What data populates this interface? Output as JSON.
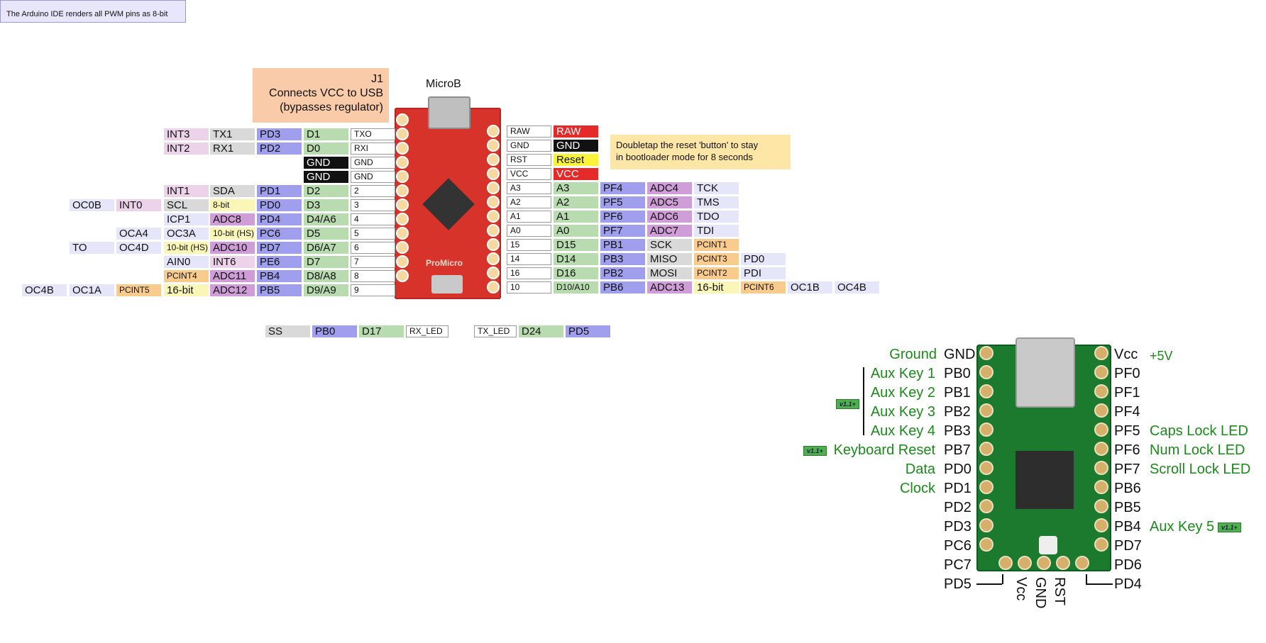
{
  "note_top": "The Arduino IDE renders all PWM pins as 8-bit",
  "j1": {
    "title": "J1",
    "line1": "Connects VCC to USB",
    "line2": "(bypasses regulator)"
  },
  "microb": "MicroB",
  "reset_note": {
    "line1": "Doubletap the reset 'button' to stay",
    "line2": "in bootloader mode for 8 seconds"
  },
  "left_pins": [
    [
      "INT3",
      "TX1",
      "PD3",
      "D1",
      "TXO"
    ],
    [
      "INT2",
      "RX1",
      "PD2",
      "D0",
      "RXI"
    ],
    [
      "GND",
      "GND"
    ],
    [
      "GND",
      "GND"
    ],
    [
      "INT1",
      "SDA",
      "PD1",
      "D2",
      "2"
    ],
    [
      "OC0B",
      "INT0",
      "SCL",
      "8-bit",
      "PD0",
      "D3",
      "3"
    ],
    [
      "ICP1",
      "ADC8",
      "PD4",
      "D4/A6",
      "4"
    ],
    [
      "OCA4",
      "OC3A",
      "10-bit (HS)",
      "PC6",
      "D5",
      "5"
    ],
    [
      "TO",
      "OC4D",
      "10-bit (HS)",
      "ADC10",
      "PD7",
      "D6/A7",
      "6"
    ],
    [
      "AIN0",
      "INT6",
      "PE6",
      "D7",
      "7"
    ],
    [
      "PCINT4",
      "ADC11",
      "PB4",
      "D8/A8",
      "8"
    ],
    [
      "OC4B",
      "OC1A",
      "PCINT5",
      "16-bit",
      "ADC12",
      "PB5",
      "D9/A9",
      "9"
    ]
  ],
  "right_pins": [
    [
      "RAW",
      "RAW"
    ],
    [
      "GND",
      "GND"
    ],
    [
      "RST",
      "Reset"
    ],
    [
      "VCC",
      "VCC"
    ],
    [
      "A3",
      "A3",
      "PF4",
      "ADC4",
      "TCK"
    ],
    [
      "A2",
      "A2",
      "PF5",
      "ADC5",
      "TMS"
    ],
    [
      "A1",
      "A1",
      "PF6",
      "ADC6",
      "TDO"
    ],
    [
      "A0",
      "A0",
      "PF7",
      "ADC7",
      "TDI"
    ],
    [
      "15",
      "D15",
      "PB1",
      "SCK",
      "PCINT1"
    ],
    [
      "14",
      "D14",
      "PB3",
      "MISO",
      "PCINT3",
      "PD0"
    ],
    [
      "16",
      "D16",
      "PB2",
      "MOSI",
      "PCINT2",
      "PDI"
    ],
    [
      "10",
      "D10/A10",
      "PB6",
      "ADC13",
      "16-bit",
      "PCINT6",
      "OC1B",
      "OC4B"
    ]
  ],
  "bottom_row": [
    "SS",
    "PB0",
    "D17",
    "RX_LED",
    "TX_LED",
    "D24",
    "PD5"
  ],
  "teensy": {
    "left_labels": [
      {
        "func": "Ground",
        "pin": "GND"
      },
      {
        "func": "Aux Key 1",
        "pin": "PB0"
      },
      {
        "func": "Aux Key 2",
        "pin": "PB1"
      },
      {
        "func": "Aux Key 3",
        "pin": "PB2"
      },
      {
        "func": "Aux Key 4",
        "pin": "PB3"
      },
      {
        "func": "Keyboard Reset",
        "pin": "PB7"
      },
      {
        "func": "Data",
        "pin": "PD0"
      },
      {
        "func": "Clock",
        "pin": "PD1"
      },
      {
        "func": "",
        "pin": "PD2"
      },
      {
        "func": "",
        "pin": "PD3"
      },
      {
        "func": "",
        "pin": "PC6"
      },
      {
        "func": "",
        "pin": "PC7"
      },
      {
        "func": "",
        "pin": "PD5"
      }
    ],
    "right_labels": [
      {
        "pin": "Vcc",
        "func": "+5V"
      },
      {
        "pin": "PF0",
        "func": ""
      },
      {
        "pin": "PF1",
        "func": ""
      },
      {
        "pin": "PF4",
        "func": ""
      },
      {
        "pin": "PF5",
        "func": "Caps Lock LED"
      },
      {
        "pin": "PF6",
        "func": "Num Lock LED"
      },
      {
        "pin": "PF7",
        "func": "Scroll Lock LED"
      },
      {
        "pin": "PB6",
        "func": ""
      },
      {
        "pin": "PB5",
        "func": ""
      },
      {
        "pin": "PB4",
        "func": "Aux Key 5"
      },
      {
        "pin": "PD7",
        "func": ""
      },
      {
        "pin": "PD6",
        "func": ""
      },
      {
        "pin": "PD4",
        "func": ""
      }
    ],
    "bottom_labels": [
      "Vcc",
      "GND",
      "RST"
    ],
    "badge": "v1.1+"
  },
  "board_silk": "ProMicro"
}
